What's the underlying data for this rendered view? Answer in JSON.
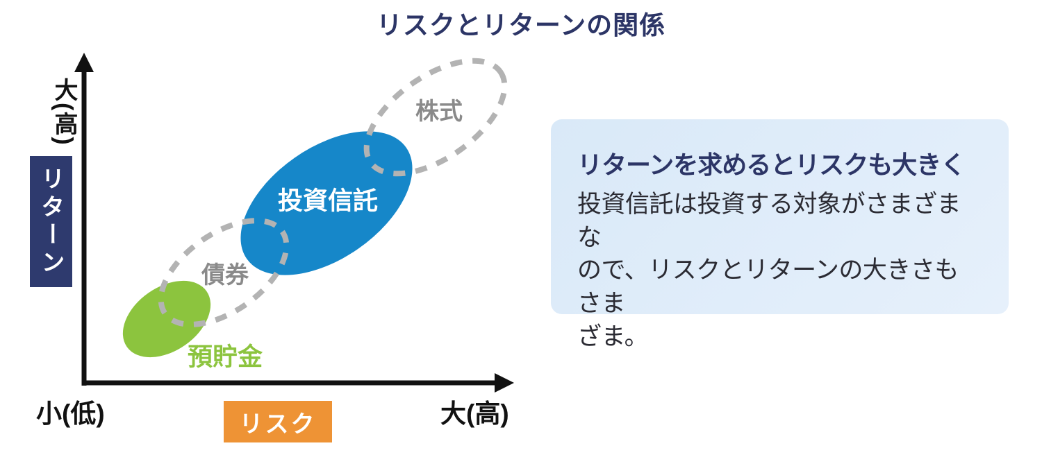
{
  "title": "リスクとリターンの関係",
  "chart_data": {
    "type": "scatter",
    "title": "リスクとリターンの関係",
    "xlabel": "リスク",
    "ylabel": "リターン",
    "x_axis_labels": {
      "min": "小(低)",
      "max": "大(高)"
    },
    "y_axis_labels": {
      "max": "大(高)"
    },
    "grid": false,
    "legend": "labels placed on ellipses",
    "series": [
      {
        "name": "預貯金",
        "risk_center": 0.2,
        "return_center": 0.19,
        "risk_spread": 0.21,
        "return_spread": 0.2,
        "style": "solid",
        "fill": "#8cc43e",
        "label_color": "#8cc43e"
      },
      {
        "name": "債券",
        "risk_center": 0.33,
        "return_center": 0.33,
        "risk_spread": 0.3,
        "return_spread": 0.28,
        "style": "dashed",
        "stroke": "#b3b3b3",
        "label_color": "#8a8a8a"
      },
      {
        "name": "投資信託",
        "risk_center": 0.57,
        "return_center": 0.55,
        "risk_spread": 0.41,
        "return_spread": 0.4,
        "style": "solid",
        "fill": "#1687c9",
        "label_color": "#ffffff"
      },
      {
        "name": "株式",
        "risk_center": 0.83,
        "return_center": 0.82,
        "risk_spread": 0.33,
        "return_spread": 0.3,
        "style": "dashed",
        "stroke": "#b3b3b3",
        "label_color": "#8a8a8a"
      }
    ]
  },
  "axes": {
    "y_high_label": "大(高)",
    "y_title": "リターン",
    "x_low_label": "小(低)",
    "x_high_label": "大(高)",
    "x_title": "リスク"
  },
  "callout": {
    "heading": "リターンを求めるとリスクも大きく",
    "body_lines": [
      "投資信託は投資する対象がさまざまな",
      "ので、リスクとリターンの大きさもさま",
      "ざま。"
    ]
  },
  "colors": {
    "title_navy": "#2c3566",
    "y_box_navy": "#2e3a6e",
    "x_box_orange": "#ee9335",
    "savings_green": "#8cc43e",
    "funds_blue": "#1687c9",
    "dash_gray": "#b3b3b3",
    "gray_label": "#8a8a8a",
    "callout_bg": "#dcebf8",
    "axis_black": "#111111"
  }
}
